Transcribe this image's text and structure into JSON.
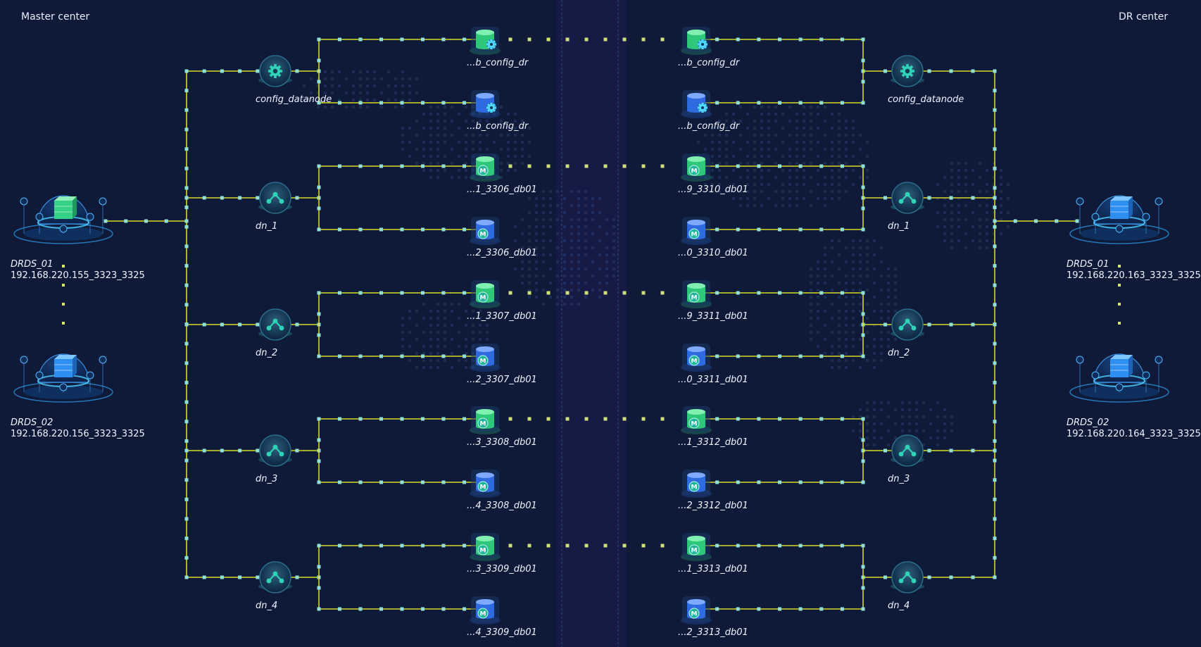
{
  "titles": {
    "master": "Master center",
    "dr": "DR center"
  },
  "colors": {
    "background": "#0f1a38",
    "link": "#d9d927",
    "link_dot": "#8fe0d8",
    "node_teal": "#2fd3b7",
    "db_green": "#2ec77c",
    "db_blue": "#2f6be0",
    "cross_link": "#cfe07a",
    "divider": "#2f4f8a"
  },
  "master": {
    "drds": [
      {
        "name": "DRDS_01",
        "ip": "192.168.220.155_3323_3325",
        "box_color": "green"
      },
      {
        "name": "DRDS_02",
        "ip": "192.168.220.156_3323_3325",
        "box_color": "blue"
      }
    ],
    "groups": [
      {
        "node_label": "config_datanode",
        "node_icon": "gear-icon",
        "dbs": [
          {
            "label": "...b_config_dr",
            "kind": "config",
            "color": "green"
          },
          {
            "label": "...b_config_dr",
            "kind": "config",
            "color": "blue"
          }
        ]
      },
      {
        "node_label": "dn_1",
        "node_icon": "share-icon",
        "dbs": [
          {
            "label": "...1_3306_db01",
            "kind": "master",
            "color": "green"
          },
          {
            "label": "...2_3306_db01",
            "kind": "master",
            "color": "blue"
          }
        ]
      },
      {
        "node_label": "dn_2",
        "node_icon": "share-icon",
        "dbs": [
          {
            "label": "...1_3307_db01",
            "kind": "master",
            "color": "green"
          },
          {
            "label": "...2_3307_db01",
            "kind": "master",
            "color": "blue"
          }
        ]
      },
      {
        "node_label": "dn_3",
        "node_icon": "share-icon",
        "dbs": [
          {
            "label": "...3_3308_db01",
            "kind": "master",
            "color": "green"
          },
          {
            "label": "...4_3308_db01",
            "kind": "master",
            "color": "blue"
          }
        ]
      },
      {
        "node_label": "dn_4",
        "node_icon": "share-icon",
        "dbs": [
          {
            "label": "...3_3309_db01",
            "kind": "master",
            "color": "green"
          },
          {
            "label": "...4_3309_db01",
            "kind": "master",
            "color": "blue"
          }
        ]
      }
    ]
  },
  "dr": {
    "drds": [
      {
        "name": "DRDS_01",
        "ip": "192.168.220.163_3323_3325",
        "box_color": "blue"
      },
      {
        "name": "DRDS_02",
        "ip": "192.168.220.164_3323_3325",
        "box_color": "blue"
      }
    ],
    "groups": [
      {
        "node_label": "config_datanode",
        "node_icon": "gear-icon",
        "dbs": [
          {
            "label": "...b_config_dr",
            "kind": "config",
            "color": "green"
          },
          {
            "label": "...b_config_dr",
            "kind": "config",
            "color": "blue"
          }
        ]
      },
      {
        "node_label": "dn_1",
        "node_icon": "share-icon",
        "dbs": [
          {
            "label": "...9_3310_db01",
            "kind": "master",
            "color": "green"
          },
          {
            "label": "...0_3310_db01",
            "kind": "master",
            "color": "blue"
          }
        ]
      },
      {
        "node_label": "dn_2",
        "node_icon": "share-icon",
        "dbs": [
          {
            "label": "...9_3311_db01",
            "kind": "master",
            "color": "green"
          },
          {
            "label": "...0_3311_db01",
            "kind": "master",
            "color": "blue"
          }
        ]
      },
      {
        "node_label": "dn_3",
        "node_icon": "share-icon",
        "dbs": [
          {
            "label": "...1_3312_db01",
            "kind": "master",
            "color": "green"
          },
          {
            "label": "...2_3312_db01",
            "kind": "master",
            "color": "blue"
          }
        ]
      },
      {
        "node_label": "dn_4",
        "node_icon": "share-icon",
        "dbs": [
          {
            "label": "...1_3313_db01",
            "kind": "master",
            "color": "green"
          },
          {
            "label": "...2_3313_db01",
            "kind": "master",
            "color": "blue"
          }
        ]
      }
    ]
  }
}
